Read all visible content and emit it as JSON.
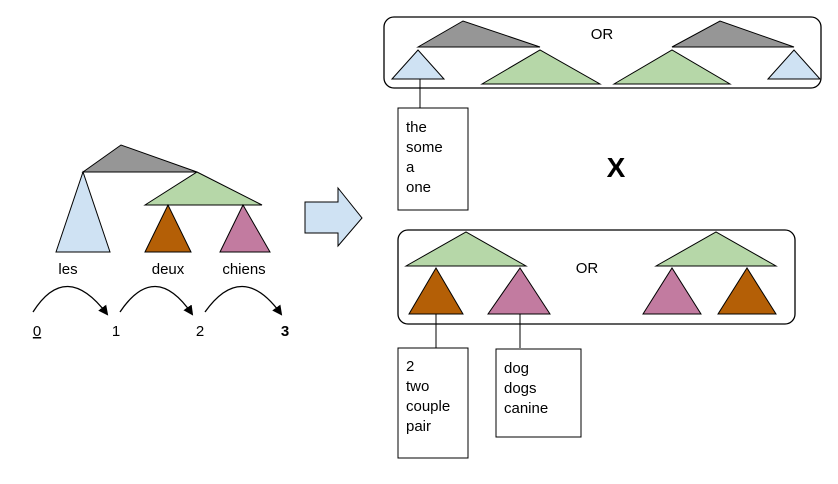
{
  "colors": {
    "gray": "#969696",
    "green": "#b6d7a8",
    "blue": "#cfe2f3",
    "brown": "#b45f06",
    "pink": "#c27ba0",
    "outline": "#000000",
    "arrow_fill": "#cfe2f3"
  },
  "source": {
    "words": [
      "les",
      "deux",
      "chiens"
    ],
    "positions": [
      "0",
      "1",
      "2",
      "3"
    ]
  },
  "top_group": {
    "or_label": "OR",
    "synonyms": [
      "the",
      "some",
      "a",
      "one"
    ]
  },
  "operator": {
    "label": "X"
  },
  "bottom_group": {
    "or_label": "OR",
    "synonyms_left": [
      "2",
      "two",
      "couple",
      "pair"
    ],
    "synonyms_right": [
      "dog",
      "dogs",
      "canine"
    ]
  },
  "icons": {
    "transform_arrow": "right-block-arrow-icon",
    "hop": "curved-arrow-icon"
  }
}
